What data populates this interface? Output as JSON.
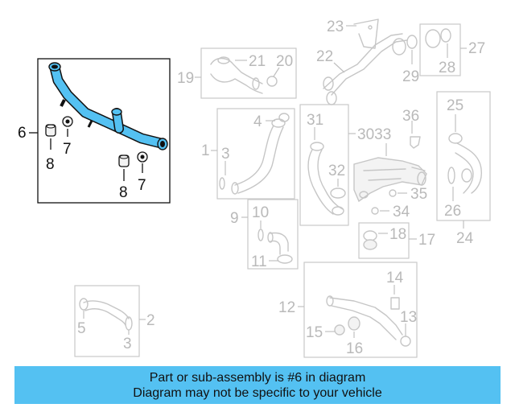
{
  "labels": {
    "n1": "1",
    "n2": "2",
    "n3": "3",
    "n4": "4",
    "n5": "5",
    "n6": "6",
    "n7a": "7",
    "n7b": "7",
    "n8a": "8",
    "n8b": "8",
    "n9": "9",
    "n10": "10",
    "n11": "11",
    "n12": "12",
    "n13": "13",
    "n14": "14",
    "n15": "15",
    "n16": "16",
    "n17": "17",
    "n18": "18",
    "n19": "19",
    "n20": "20",
    "n21": "21",
    "n22": "22",
    "n23": "23",
    "n24": "24",
    "n25": "25",
    "n26": "26",
    "n27": "27",
    "n28": "28",
    "n29": "29",
    "n3033": "3033",
    "n31": "31",
    "n32": "32",
    "n34": "34",
    "n35": "35",
    "n36": "36",
    "n3b": "3"
  },
  "banner": {
    "line1": "Part or sub-assembly is #6 in diagram",
    "line2": "Diagram may not be specific to your vehicle"
  },
  "colors": {
    "highlight": "#54c1f2",
    "banner": "#54c1f2",
    "ghost": "#c6c6c6",
    "ink": "#111111"
  }
}
